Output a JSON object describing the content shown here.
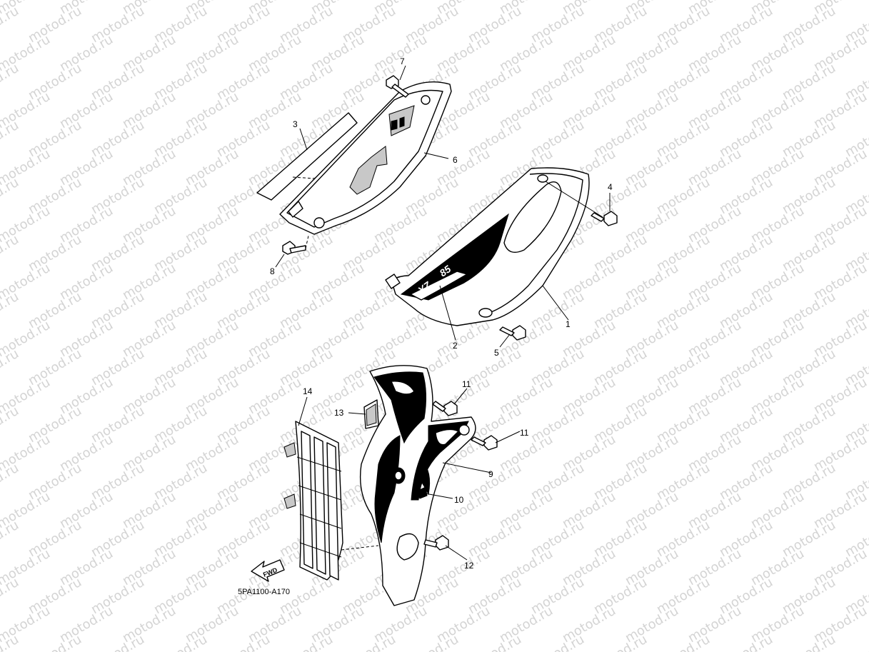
{
  "watermark": {
    "text": "motod.ru"
  },
  "drawing_code": "5PA1100-A170",
  "fwd_label": "FWD",
  "decal_text": {
    "model": "YZ",
    "displacement": "85"
  },
  "callouts": {
    "c1": "1",
    "c2": "2",
    "c3": "3",
    "c4": "4",
    "c5": "5",
    "c6": "6",
    "c7": "7",
    "c8": "8",
    "c9": "9",
    "c10": "10",
    "c11a": "11",
    "c11b": "11",
    "c12": "12",
    "c13": "13",
    "c14": "14"
  }
}
